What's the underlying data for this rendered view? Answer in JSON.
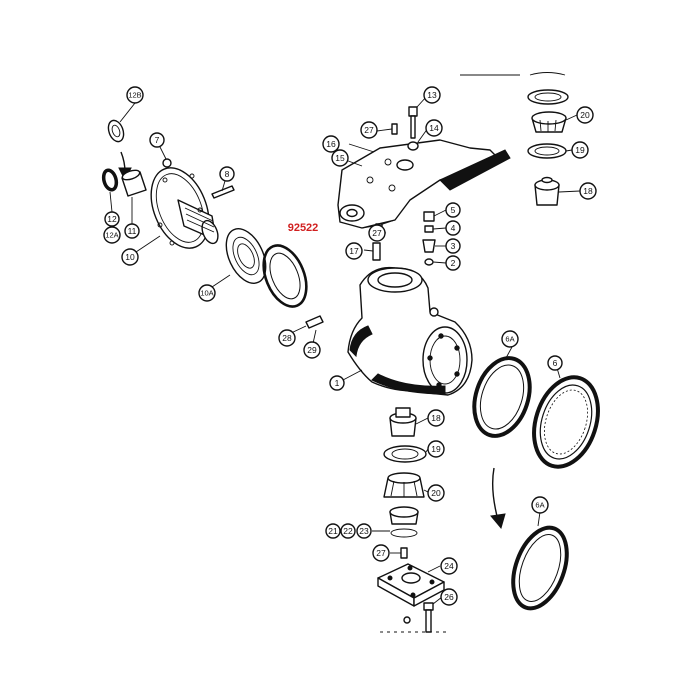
{
  "highlight_part": {
    "label": "92522",
    "color": "#d11f1f"
  },
  "callouts": {
    "c1": "1",
    "c2": "2",
    "c3": "3",
    "c4": "4",
    "c5": "5",
    "c6": "6",
    "c6a_top": "6A",
    "c6a_bottom": "6A",
    "c7": "7",
    "c8": "8",
    "c10": "10",
    "c10a": "10A",
    "c11": "11",
    "c12": "12",
    "c12a": "12A",
    "c12b": "12B",
    "c13": "13",
    "c14": "14",
    "c15": "15",
    "c16": "16",
    "c17": "17",
    "c18_top": "18",
    "c18_mid": "18",
    "c19_top": "19",
    "c19_mid": "19",
    "c20_top": "20",
    "c20_mid": "20",
    "c21": "21",
    "c22": "22",
    "c23": "23",
    "c24": "24",
    "c26": "26",
    "c27_top": "27",
    "c27_right": "27",
    "c27_bottom": "27",
    "c28": "28",
    "c29": "29"
  }
}
